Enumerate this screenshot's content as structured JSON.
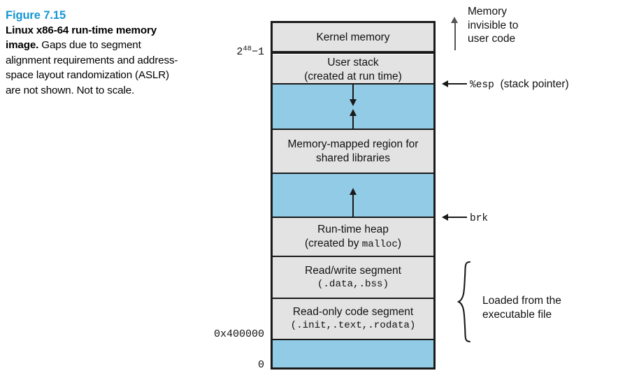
{
  "caption": {
    "figure_number": "Figure 7.15",
    "title": "Linux x86-64 run-time memory image.",
    "body": " Gaps due to segment alignment requirements and address-space layout randomization (ASLR) are not shown. Not to scale.",
    "accent_color": "#1596d3"
  },
  "diagram": {
    "colors": {
      "segment_fill": "#e3e3e3",
      "gap_fill": "#92cbe6",
      "border": "#1a1a1a"
    },
    "segments": [
      {
        "name": "kernel-memory",
        "line1": "Kernel memory",
        "line2": "",
        "fill": "segment"
      },
      {
        "name": "user-stack",
        "line1": "User stack",
        "line2": "(created at run time)",
        "fill": "segment"
      },
      {
        "name": "stack-growth-gap",
        "line1": "",
        "line2": "",
        "fill": "gap"
      },
      {
        "name": "memory-mapped-region",
        "line1": "Memory-mapped region for",
        "line2": "shared libraries",
        "fill": "segment"
      },
      {
        "name": "heap-growth-gap",
        "line1": "",
        "line2": "",
        "fill": "gap"
      },
      {
        "name": "run-time-heap",
        "line1": "Run-time heap",
        "line2_prefix": "(created by ",
        "line2_mono": "malloc",
        "line2_suffix": ")",
        "fill": "segment"
      },
      {
        "name": "read-write-segment",
        "line1": "Read/write segment",
        "line2_mono": "(.data,.bss)",
        "fill": "segment"
      },
      {
        "name": "read-only-code-segment",
        "line1": "Read-only code segment",
        "line2_mono": "(.init,.text,.rodata)",
        "fill": "segment"
      },
      {
        "name": "low-reserved-region",
        "line1": "",
        "line2": "",
        "fill": "gap"
      }
    ],
    "address_labels": [
      {
        "name": "addr-2-48-minus-1",
        "base": "2",
        "exponent": "48",
        "suffix": "−1"
      },
      {
        "name": "addr-0x400000",
        "text": "0x400000"
      },
      {
        "name": "addr-zero",
        "text": "0"
      }
    ],
    "annotations": {
      "kernel_note": {
        "line1": "Memory",
        "line2": "invisible to",
        "line3": "user code"
      },
      "stack_pointer": {
        "mono": "%esp",
        "text": "(stack pointer)"
      },
      "brk": {
        "mono": "brk"
      },
      "loaded_from": {
        "line1": "Loaded from the",
        "line2": "executable file"
      }
    }
  }
}
